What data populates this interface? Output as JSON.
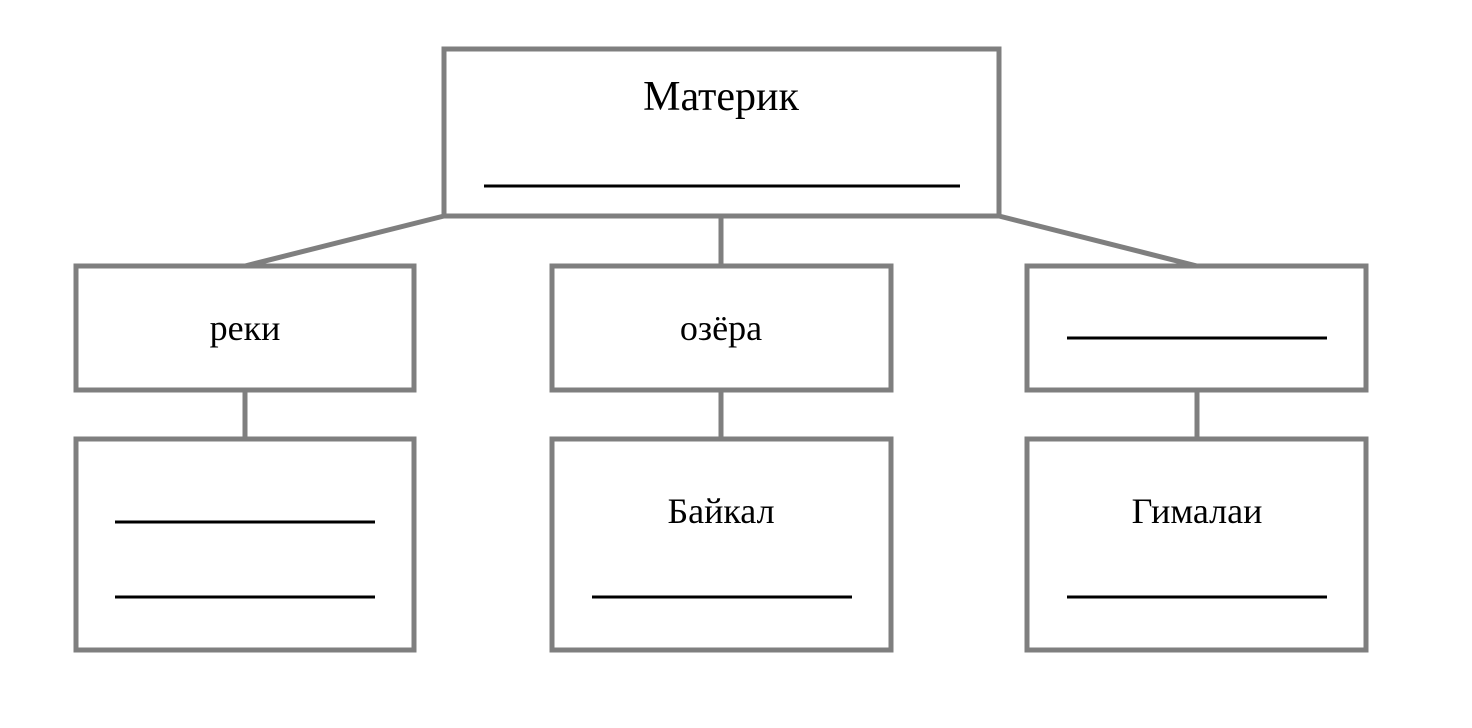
{
  "diagram": {
    "root": {
      "label": "Материк"
    },
    "categories": [
      {
        "label": "реки"
      },
      {
        "label": "озёра"
      },
      {
        "label": ""
      }
    ],
    "examples": [
      {
        "label": ""
      },
      {
        "label": "Байкал"
      },
      {
        "label": "Гималаи"
      }
    ]
  }
}
